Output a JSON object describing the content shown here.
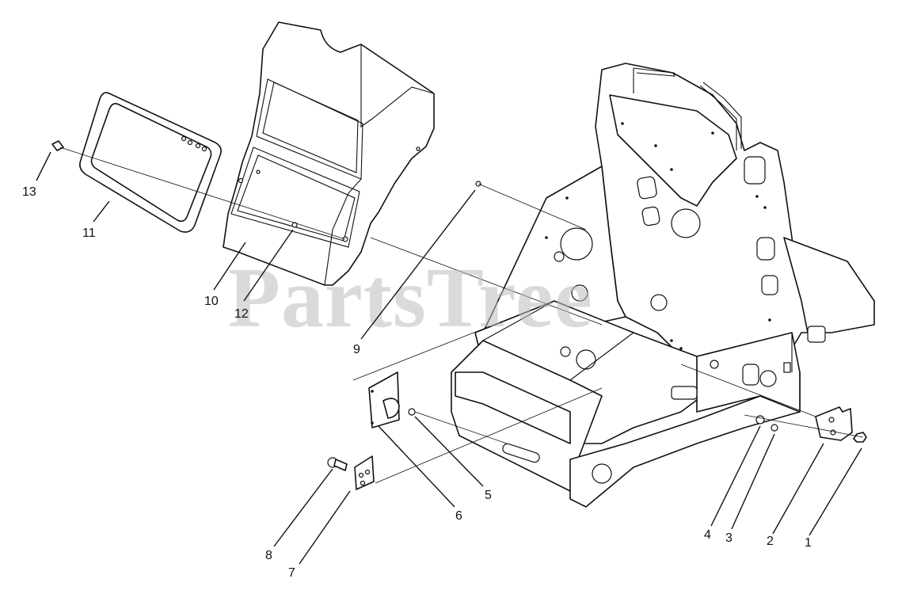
{
  "watermark": "PartsTree",
  "callouts": [
    {
      "id": 1,
      "label": "1"
    },
    {
      "id": 2,
      "label": "2"
    },
    {
      "id": 3,
      "label": "3"
    },
    {
      "id": 4,
      "label": "4"
    },
    {
      "id": 5,
      "label": "5"
    },
    {
      "id": 6,
      "label": "6"
    },
    {
      "id": 7,
      "label": "7"
    },
    {
      "id": 8,
      "label": "8"
    },
    {
      "id": 9,
      "label": "9"
    },
    {
      "id": 10,
      "label": "10"
    },
    {
      "id": 11,
      "label": "11"
    },
    {
      "id": 12,
      "label": "12"
    },
    {
      "id": 13,
      "label": "13"
    }
  ]
}
